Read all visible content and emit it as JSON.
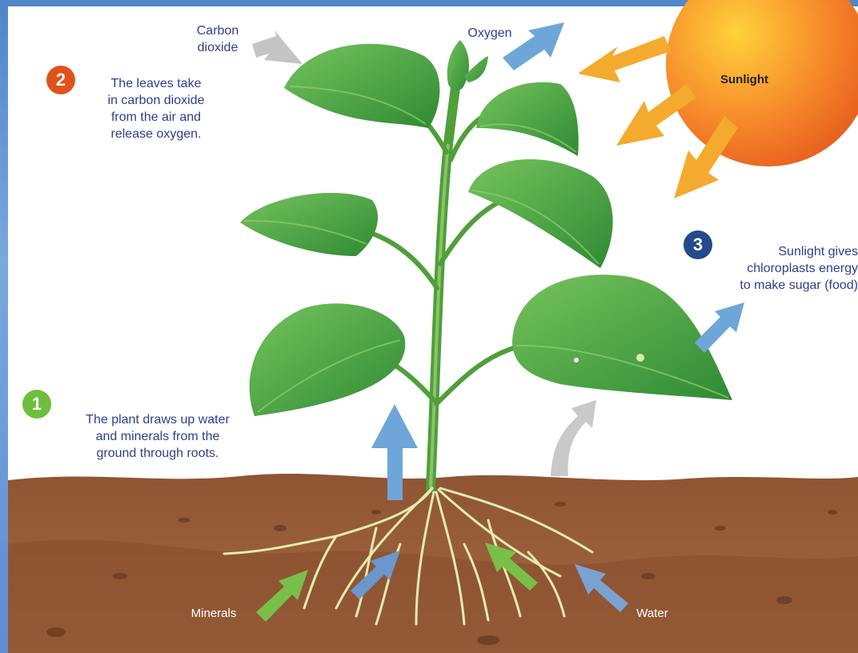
{
  "labels": {
    "carbon_dioxide_line1": "Carbon",
    "carbon_dioxide_line2": "dioxide",
    "oxygen": "Oxygen",
    "sunlight": "Sunlight",
    "minerals": "Minerals",
    "water": "Water"
  },
  "steps": [
    {
      "number": "1",
      "lines": [
        "The plant draws up water",
        "and minerals from the",
        "ground through roots."
      ]
    },
    {
      "number": "2",
      "lines": [
        "The leaves take",
        "in carbon dioxide",
        "from the air and",
        "release oxygen."
      ]
    },
    {
      "number": "3",
      "lines": [
        "Sunlight gives",
        "chloroplasts energy",
        "to make sugar (food)"
      ]
    }
  ],
  "colors": {
    "frame": "#5b8fd0",
    "sky": "#ffffff",
    "soil": "#9b5f3a",
    "soil_dark": "#7f4a2c",
    "leaf": "#3f9a3c",
    "leaf_light": "#6fbf5a",
    "root": "#e8ecb0",
    "sun": "#f06a1c",
    "sun_arrow": "#f4a92e",
    "blue_arrow": "#6ea6d9",
    "green_arrow": "#78c04a",
    "gray_arrow": "#c9c9c9",
    "badge_1": "#6cbf3c",
    "badge_2": "#e0521c",
    "badge_3": "#234a8c",
    "text": "#2d3f8f"
  }
}
